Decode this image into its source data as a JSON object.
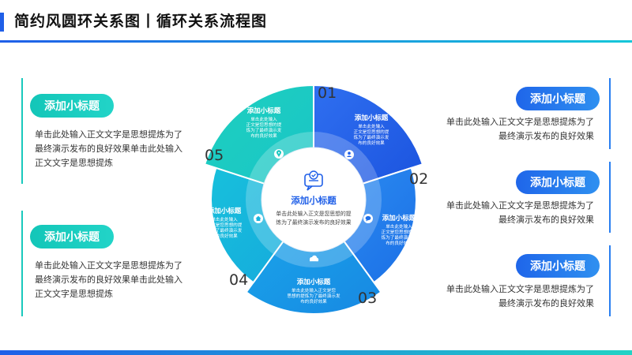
{
  "header": {
    "title": "简约风圆环关系图丨循环关系流程图"
  },
  "colors": {
    "accent_blue": "#1f5fe8",
    "accent_green": "#16c7b9",
    "accent_cyan": "#16bfe0"
  },
  "left_items": [
    {
      "subtitle": "添加小标题",
      "text_lines": [
        "单击此处输入正文文字是思想提炼为了",
        "最终演示发布的良好效果单击此处输入",
        "正文文字是思想提炼"
      ]
    },
    {
      "subtitle": "添加小标题",
      "text_lines": [
        "单击此处输入正文文字是思想提炼为了",
        "最终演示发布的良好效果单击此处输入",
        "正文文字是思想提炼"
      ]
    }
  ],
  "right_items": [
    {
      "subtitle": "添加小标题",
      "text_lines": [
        "单击此处输入正文文字是思想提炼为了",
        "最终演示发布的良好效果"
      ]
    },
    {
      "subtitle": "添加小标题",
      "text_lines": [
        "单击此处输入正文文字是思想提炼为了",
        "最终演示发布的良好效果"
      ]
    },
    {
      "subtitle": "添加小标题",
      "text_lines": [
        "单击此处输入正文文字是思想提炼为了",
        "最终演示发布的良好效果"
      ]
    }
  ],
  "diagram": {
    "center": {
      "icon": "chat-check-icon",
      "title": "添加小标题",
      "lines": [
        "单击此处输入正文是您思想的提",
        "炼为了最终演示发布的良好效果"
      ]
    },
    "segments": [
      {
        "number": "01",
        "title": "添加小标题",
        "icon": "user-icon",
        "lines": [
          "单击此处输入",
          "正文是您思想的提",
          "炼为了最终演示发",
          "布的良好效果"
        ]
      },
      {
        "number": "02",
        "title": "添加小标题",
        "icon": "chat-bubble-icon",
        "lines": [
          "单击此处输入",
          "正文是您思想的提",
          "炼为了最终演示发",
          "布的良好效果"
        ]
      },
      {
        "number": "03",
        "title": "添加小标题",
        "icon": "cloud-icon",
        "lines": [
          "单击此处输入正文是您",
          "思想的提炼为了最终演示发",
          "布的良好效果"
        ]
      },
      {
        "number": "04",
        "title": "添加小标题",
        "icon": "home-icon",
        "lines": [
          "单击此处输入",
          "正文是您思想的提",
          "炼为了最终演示发",
          "布的良好效果"
        ]
      },
      {
        "number": "05",
        "title": "添加小标题",
        "icon": "location-pin-icon",
        "lines": [
          "单击此处输入",
          "正文是您思想的提",
          "炼为了最终演示发",
          "布的良好效果"
        ]
      }
    ]
  }
}
